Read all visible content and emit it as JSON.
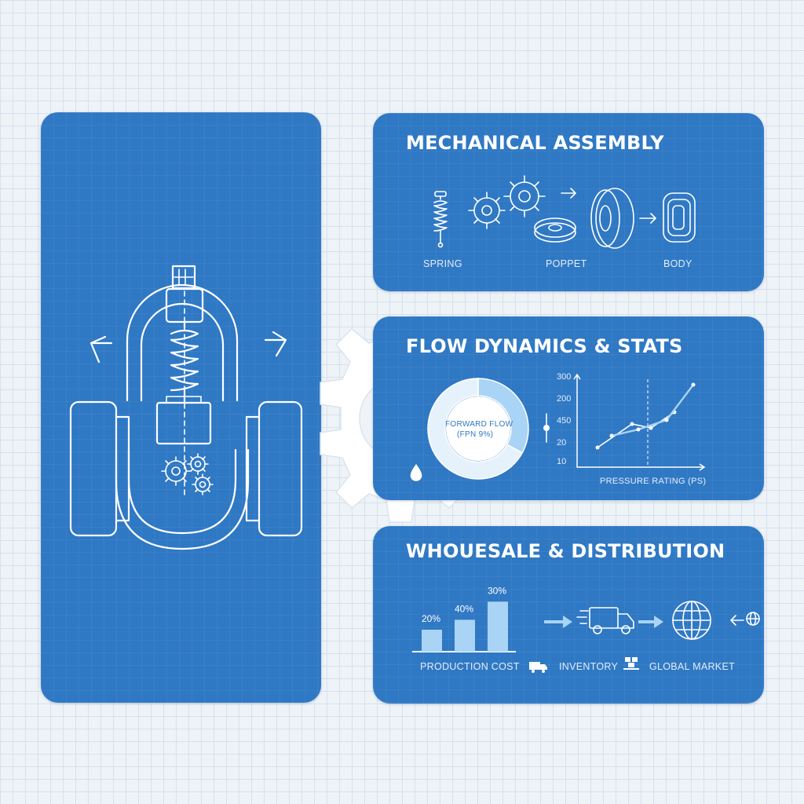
{
  "colors": {
    "background": "#eef3f8",
    "panel": "#2f78c4",
    "line": "#ffffff",
    "accent_light": "#a9d4f5",
    "accent_mid": "#7fbdec"
  },
  "diagram": {
    "icon": "valve-assembly-blueprint"
  },
  "mechanical_assembly": {
    "title": "MECHANICAL ASSEMBLY",
    "labels": [
      "SPRING",
      "POPPET",
      "BODY"
    ]
  },
  "flow_dynamics": {
    "title": "FLOW DYNAMICS & STATS",
    "donut_label_line1": "FORWARD FLOW",
    "donut_label_line2": "(FPN 9%)",
    "axis_label": "PRESSURE RATING (PS)"
  },
  "wholesale": {
    "title": "WHOUESALE & DISTRIBUTION",
    "labels": [
      "PRODUCTION COST",
      "INVENTORY",
      "GLOBAL MARKET"
    ]
  },
  "chart_data": [
    {
      "type": "line",
      "title": "",
      "xlabel": "PRESSURE RATING (PS)",
      "ylabel": "",
      "y_ticks": [
        "300",
        "200",
        "450",
        "20",
        "10"
      ],
      "series": [
        {
          "values": [
            0.15,
            0.45,
            0.4,
            0.6
          ]
        },
        {
          "values": [
            0.3,
            0.38,
            0.5,
            0.95
          ]
        }
      ]
    },
    {
      "type": "bar",
      "categories": [
        "",
        "",
        ""
      ],
      "values": [
        20,
        40,
        30
      ],
      "data_labels": [
        "20%",
        "40%",
        "30%"
      ],
      "bar_height_fraction": [
        0.4,
        0.58,
        0.91
      ]
    },
    {
      "type": "pie",
      "values": [
        0.33,
        0.67
      ],
      "colors": [
        "#a9d4f5",
        "#e6f2fb"
      ]
    }
  ]
}
